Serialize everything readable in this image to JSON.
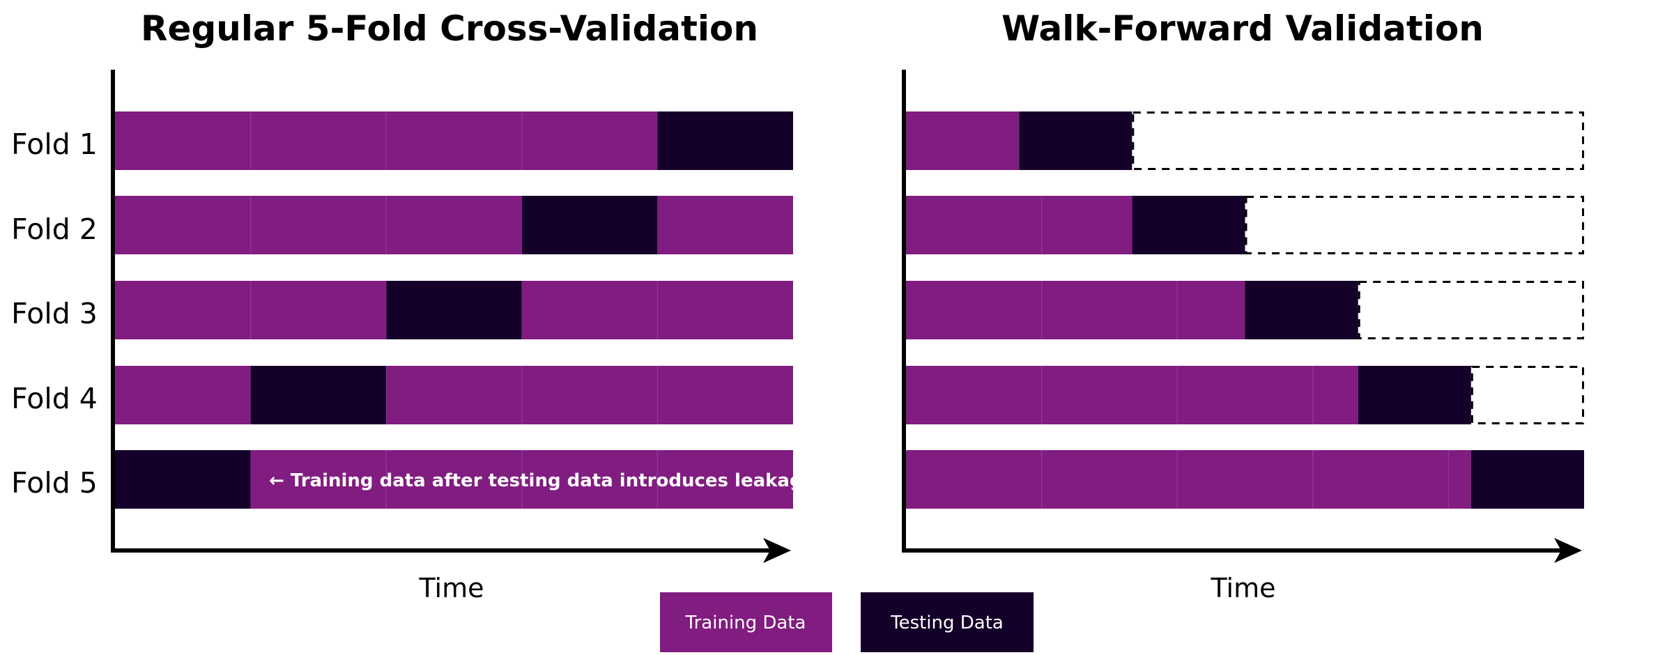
{
  "colors": {
    "training": "#811c81",
    "testing": "#15002a",
    "axis": "#000000",
    "divider": "#93339a",
    "annotation_text": "#ffffff"
  },
  "panels": [
    {
      "id": "kfold",
      "title": "Regular 5-Fold Cross-Validation",
      "x_axis_label": "Time",
      "fold_labels": [
        "Fold 1",
        "Fold 2",
        "Fold 3",
        "Fold 4",
        "Fold 5"
      ],
      "folds": [
        {
          "segments": [
            {
              "kind": "training",
              "start": 0,
              "end": 0.8
            },
            {
              "kind": "testing",
              "start": 0.8,
              "end": 1.0
            }
          ]
        },
        {
          "segments": [
            {
              "kind": "training",
              "start": 0,
              "end": 0.6
            },
            {
              "kind": "testing",
              "start": 0.6,
              "end": 0.8
            },
            {
              "kind": "training",
              "start": 0.8,
              "end": 1.0
            }
          ]
        },
        {
          "segments": [
            {
              "kind": "training",
              "start": 0,
              "end": 0.4
            },
            {
              "kind": "testing",
              "start": 0.4,
              "end": 0.6
            },
            {
              "kind": "training",
              "start": 0.6,
              "end": 1.0
            }
          ]
        },
        {
          "segments": [
            {
              "kind": "training",
              "start": 0,
              "end": 0.2
            },
            {
              "kind": "testing",
              "start": 0.2,
              "end": 0.4
            },
            {
              "kind": "training",
              "start": 0.4,
              "end": 1.0
            }
          ]
        },
        {
          "segments": [
            {
              "kind": "testing",
              "start": 0,
              "end": 0.2
            },
            {
              "kind": "training",
              "start": 0.2,
              "end": 1.0
            }
          ]
        }
      ],
      "annotation": "← Training data after testing data introduces leakage!"
    },
    {
      "id": "walkforward",
      "title": "Walk-Forward Validation",
      "x_axis_label": "Time",
      "folds": [
        {
          "segments": [
            {
              "kind": "training",
              "start": 0,
              "end": 0.1667
            },
            {
              "kind": "testing",
              "start": 0.1667,
              "end": 0.3333
            },
            {
              "kind": "unused",
              "start": 0.3333,
              "end": 1.0
            }
          ]
        },
        {
          "segments": [
            {
              "kind": "training",
              "start": 0,
              "end": 0.3333
            },
            {
              "kind": "testing",
              "start": 0.3333,
              "end": 0.5
            },
            {
              "kind": "unused",
              "start": 0.5,
              "end": 1.0
            }
          ]
        },
        {
          "segments": [
            {
              "kind": "training",
              "start": 0,
              "end": 0.5
            },
            {
              "kind": "testing",
              "start": 0.5,
              "end": 0.6667
            },
            {
              "kind": "unused",
              "start": 0.6667,
              "end": 1.0
            }
          ]
        },
        {
          "segments": [
            {
              "kind": "training",
              "start": 0,
              "end": 0.6667
            },
            {
              "kind": "testing",
              "start": 0.6667,
              "end": 0.8333
            },
            {
              "kind": "unused",
              "start": 0.8333,
              "end": 1.0
            }
          ]
        },
        {
          "segments": [
            {
              "kind": "training",
              "start": 0,
              "end": 0.8333
            },
            {
              "kind": "testing",
              "start": 0.8333,
              "end": 1.0
            }
          ]
        }
      ]
    }
  ],
  "legend": [
    {
      "label": "Training Data",
      "color": "#811c81"
    },
    {
      "label": "Testing Data",
      "color": "#15002a"
    }
  ]
}
